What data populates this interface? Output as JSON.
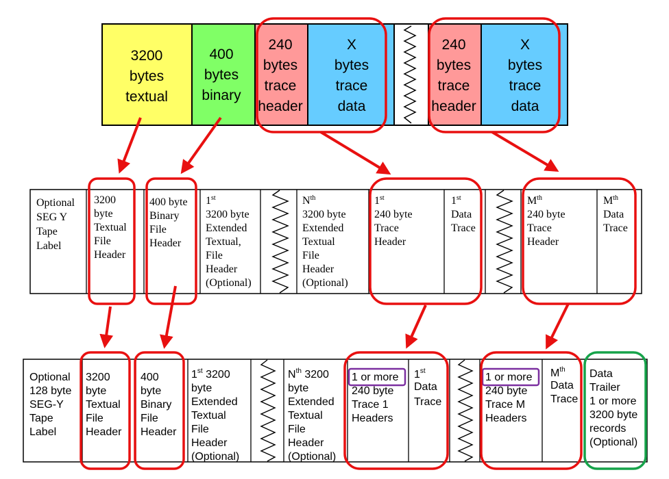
{
  "colors": {
    "textual": "#ffff66",
    "binary": "#80ff66",
    "trace_header": "#ff9999",
    "trace_data": "#66ccff",
    "highlight_red": "#e81010",
    "highlight_green": "#16a34a",
    "highlight_purple": "#7b2fa0",
    "arrow": "#e81010"
  },
  "top_row": {
    "textual": [
      "3200",
      "bytes",
      "textual"
    ],
    "binary": [
      "400",
      "bytes",
      "binary"
    ],
    "trace_header_1": [
      "240",
      "bytes",
      "trace",
      "header"
    ],
    "trace_data_1": [
      "X",
      "bytes",
      "trace",
      "data"
    ],
    "trace_header_2": [
      "240",
      "bytes",
      "trace",
      "header"
    ],
    "trace_data_2": [
      "X",
      "bytes",
      "trace",
      "data"
    ]
  },
  "middle_row": {
    "tape_label": [
      "Optional",
      "SEG Y",
      "Tape",
      "Label"
    ],
    "textual_header": [
      "3200",
      "byte",
      "Textual",
      "File",
      "Header"
    ],
    "binary_header": [
      "400 byte",
      "Binary",
      "File",
      "Header"
    ],
    "ext_first": {
      "ordinal": "1",
      "sup": "st",
      "lines": [
        "3200 byte",
        "Extended",
        "Textual,",
        "File",
        "Header",
        "(Optional)"
      ]
    },
    "ext_nth": {
      "ordinal": "N",
      "sup": "th",
      "lines": [
        "3200  byte",
        "Extended",
        "Textual",
        "File",
        "Header",
        "(Optional)"
      ]
    },
    "trace_header_first": {
      "ordinal": "1",
      "sup": "st",
      "lines": [
        "240 byte",
        "Trace",
        "Header"
      ]
    },
    "data_trace_first": {
      "ordinal": "1",
      "sup": "st",
      "lines": [
        "Data",
        "Trace"
      ]
    },
    "trace_header_mth": {
      "ordinal": "M",
      "sup": "th",
      "lines": [
        "240 byte",
        "Trace",
        "Header"
      ]
    },
    "data_trace_mth": {
      "ordinal": "M",
      "sup": "th",
      "lines": [
        "Data",
        "Trace"
      ]
    }
  },
  "bottom_row": {
    "tape_label": [
      "Optional",
      "128 byte",
      "SEG-Y",
      "Tape",
      "Label"
    ],
    "textual_header": [
      "3200",
      "byte",
      "Textual",
      "File",
      "Header"
    ],
    "binary_header": [
      "400",
      "byte",
      "Binary",
      "File",
      "Header"
    ],
    "ext_first": {
      "ordinal": "1",
      "sup": "st",
      "first_tail": " 3200",
      "lines": [
        "byte",
        "Extended",
        "Textual",
        "File",
        "Header",
        "(Optional)"
      ]
    },
    "ext_nth": {
      "ordinal": "N",
      "sup": "th",
      "first_tail": " 3200",
      "lines": [
        "byte",
        "Extended",
        "Textual",
        "File",
        "Header",
        "(Optional)"
      ]
    },
    "trace_headers_1": {
      "badge": "1 or more",
      "lines": [
        "240 byte",
        "Trace 1",
        "Headers"
      ]
    },
    "data_trace_first": {
      "ordinal": "1",
      "sup": "st",
      "lines": [
        "Data",
        "Trace"
      ]
    },
    "trace_headers_m": {
      "badge": "1 or more",
      "lines": [
        "240 byte",
        "Trace M",
        "Headers"
      ]
    },
    "data_trace_mth": {
      "ordinal": "M",
      "sup": "th",
      "lines": [
        "Data",
        "Trace"
      ]
    },
    "data_trailer": [
      "Data",
      "Trailer",
      "1 or more",
      "3200 byte",
      "records",
      "(Optional)"
    ]
  }
}
